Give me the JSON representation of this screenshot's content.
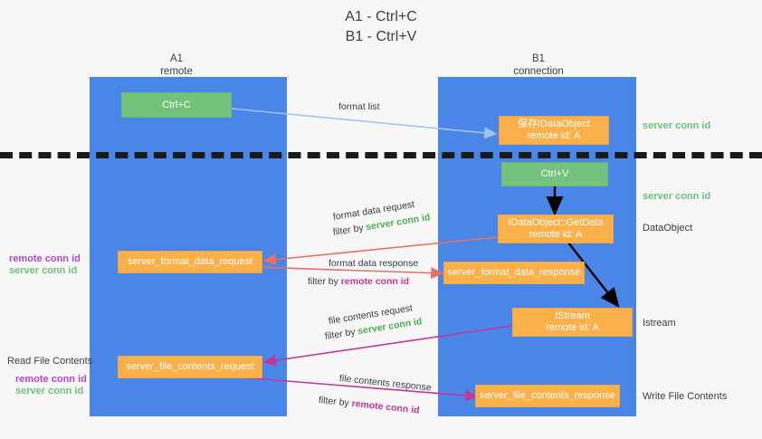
{
  "title": {
    "line1": "A1 - Ctrl+C",
    "line2": "B1 - Ctrl+V"
  },
  "lanes": [
    {
      "name": "A1",
      "sub": "remote"
    },
    {
      "name": "B1",
      "sub": "connection"
    }
  ],
  "nodes": {
    "ctrl_c": {
      "label": "Ctrl+C"
    },
    "save_idataobject": {
      "line1": "保存IDataObject",
      "line2": "remote id: A"
    },
    "ctrl_v": {
      "label": "Ctrl+V"
    },
    "getdata": {
      "line1": "IDataObject::GetData",
      "line2": "remote id: A"
    },
    "istream": {
      "line1": "IStream",
      "line2": "remote id: A"
    },
    "server_format_data_request": {
      "label": "server_format_data_request"
    },
    "server_format_data_response": {
      "label": "server_format_data_response"
    },
    "server_file_contents_request": {
      "label": "server_file_contents_request"
    },
    "server_file_contents_response": {
      "label": "server_file_contents_response"
    }
  },
  "edge_labels": {
    "format_list": "format list",
    "format_data_request": "format data request",
    "format_data_request_filter_prefix": "filter by ",
    "format_data_request_filter_key": "server conn id",
    "format_data_response": "format data response",
    "format_data_response_filter_prefix": "filter by ",
    "format_data_response_filter_key": "remote conn id",
    "file_contents_request": "file contents request",
    "file_contents_request_filter_prefix": "filter by ",
    "file_contents_request_filter_key": "server conn id",
    "file_contents_response": "file contents response",
    "file_contents_response_filter_prefix": "filter by ",
    "file_contents_response_filter_key": "remote conn id"
  },
  "annotations": {
    "right_server_conn_id_1": "server conn id",
    "right_server_conn_id_2": "server conn id",
    "right_dataobject": "DataObject",
    "right_istream": "Istream",
    "right_write_file_contents": "Write File Contents",
    "left_remote_conn_id_1": "remote conn id",
    "left_server_conn_id_1": "server conn id",
    "left_read_file_contents": "Read File Contents",
    "left_remote_conn_id_2": "remote conn id",
    "left_server_conn_id_2": "server conn id"
  },
  "colors": {
    "lane": "#4a86e8",
    "green_node": "#74c37d",
    "orange_node": "#fbb04a",
    "green_text": "#6cc27c",
    "magenta_text": "#b745cf",
    "arrow_blue": "#a4c2f4",
    "arrow_red": "#e8705f",
    "arrow_magenta": "#c2369b",
    "arrow_black": "#000000",
    "background": "#f7f7f7"
  }
}
